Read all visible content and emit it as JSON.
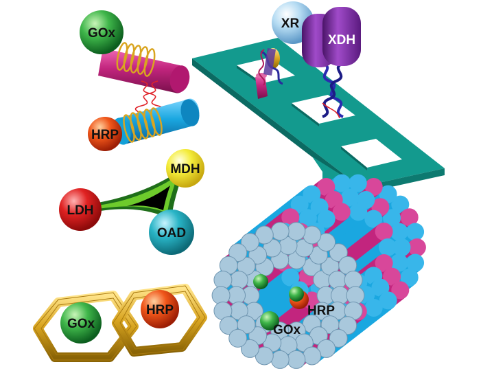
{
  "enzymes": {
    "dna_scaffold": {
      "top": "GOx",
      "bottom": "HRP"
    },
    "dna_origami": {
      "left": "XR",
      "right": "XDH"
    },
    "peptide_triad": {
      "a": "LDH",
      "b": "MDH",
      "c": "OAD"
    },
    "dna_hexagon": {
      "left": "GOx",
      "right": "HRP"
    },
    "nanotube_cage": {
      "inner_a": "HRP",
      "inner_b": "GOx"
    }
  },
  "colors": {
    "magenta": "#c2257e",
    "cyan": "#1aa7e0",
    "teal": "#0f8a80",
    "gold": "#d9a520",
    "green_sphere": "#2e9e3a",
    "orange_sphere": "#e34a12",
    "yellow_sphere": "#f0e030",
    "purple": "#7a2a9c",
    "light_blue_sphere": "#a8d4ee",
    "tube_end": "#a9c8dc"
  }
}
